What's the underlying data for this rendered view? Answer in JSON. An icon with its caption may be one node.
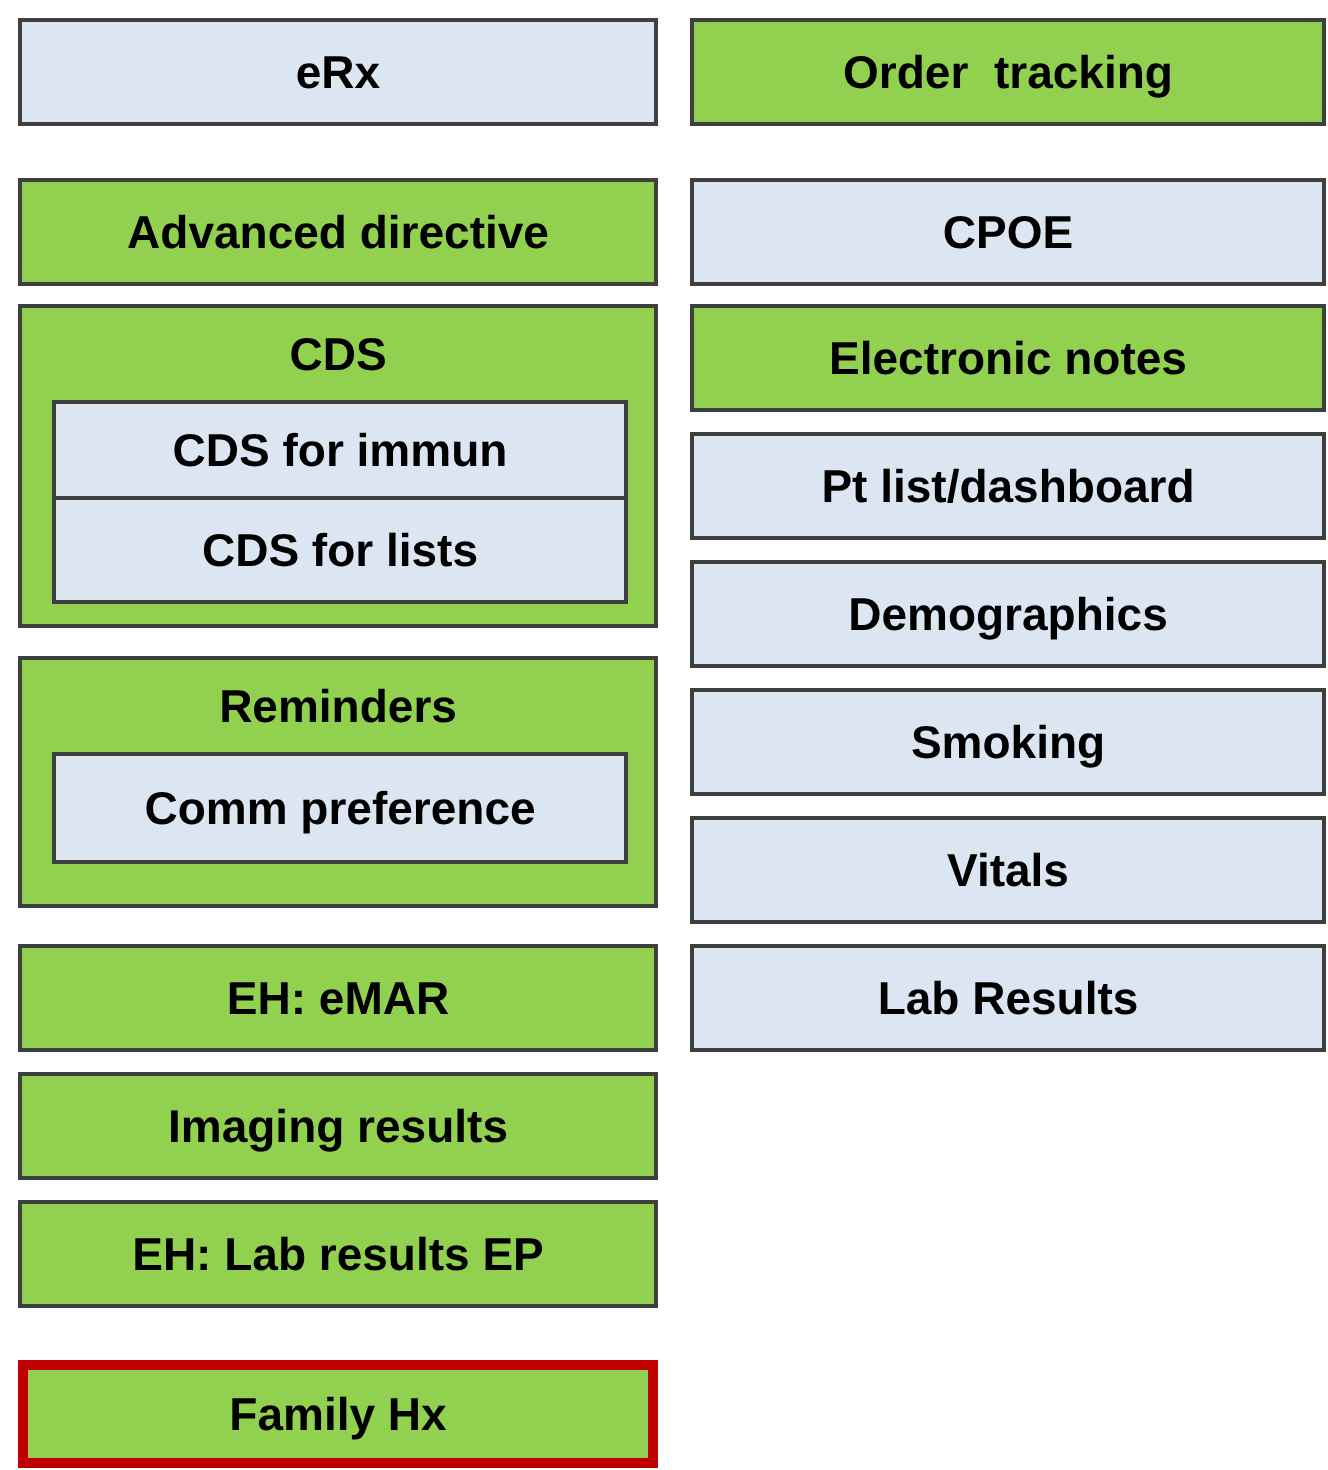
{
  "diagram": {
    "nodes": [
      {
        "text": [
          "eRx"
        ]
      },
      {
        "text": [
          "Order  tracking"
        ]
      },
      {
        "text": [
          "Advanced directive"
        ]
      },
      {
        "text": [
          "CPOE"
        ]
      },
      {
        "text": [
          "CDS"
        ]
      },
      {
        "text": [
          "CDS for immun"
        ],
        "in": 4
      },
      {
        "text": [
          "CDS for lists"
        ],
        "in": 4
      },
      {
        "text": [
          "Electronic notes"
        ]
      },
      {
        "text": [
          "Pt list/dashboard"
        ]
      },
      {
        "text": [
          "Demographics"
        ]
      },
      {
        "text": [
          "Reminders"
        ]
      },
      {
        "text": [
          "Comm preference"
        ],
        "in": 10
      },
      {
        "text": [
          "Smoking"
        ]
      },
      {
        "text": [
          "Vitals"
        ]
      },
      {
        "text": [
          "EH: eMAR"
        ]
      },
      {
        "text": [
          "Lab Results"
        ]
      },
      {
        "text": [
          "Imaging results"
        ]
      },
      {
        "text": [
          "EH: Lab results EP"
        ]
      },
      {
        "text": [
          "Family Hx"
        ]
      }
    ]
  }
}
